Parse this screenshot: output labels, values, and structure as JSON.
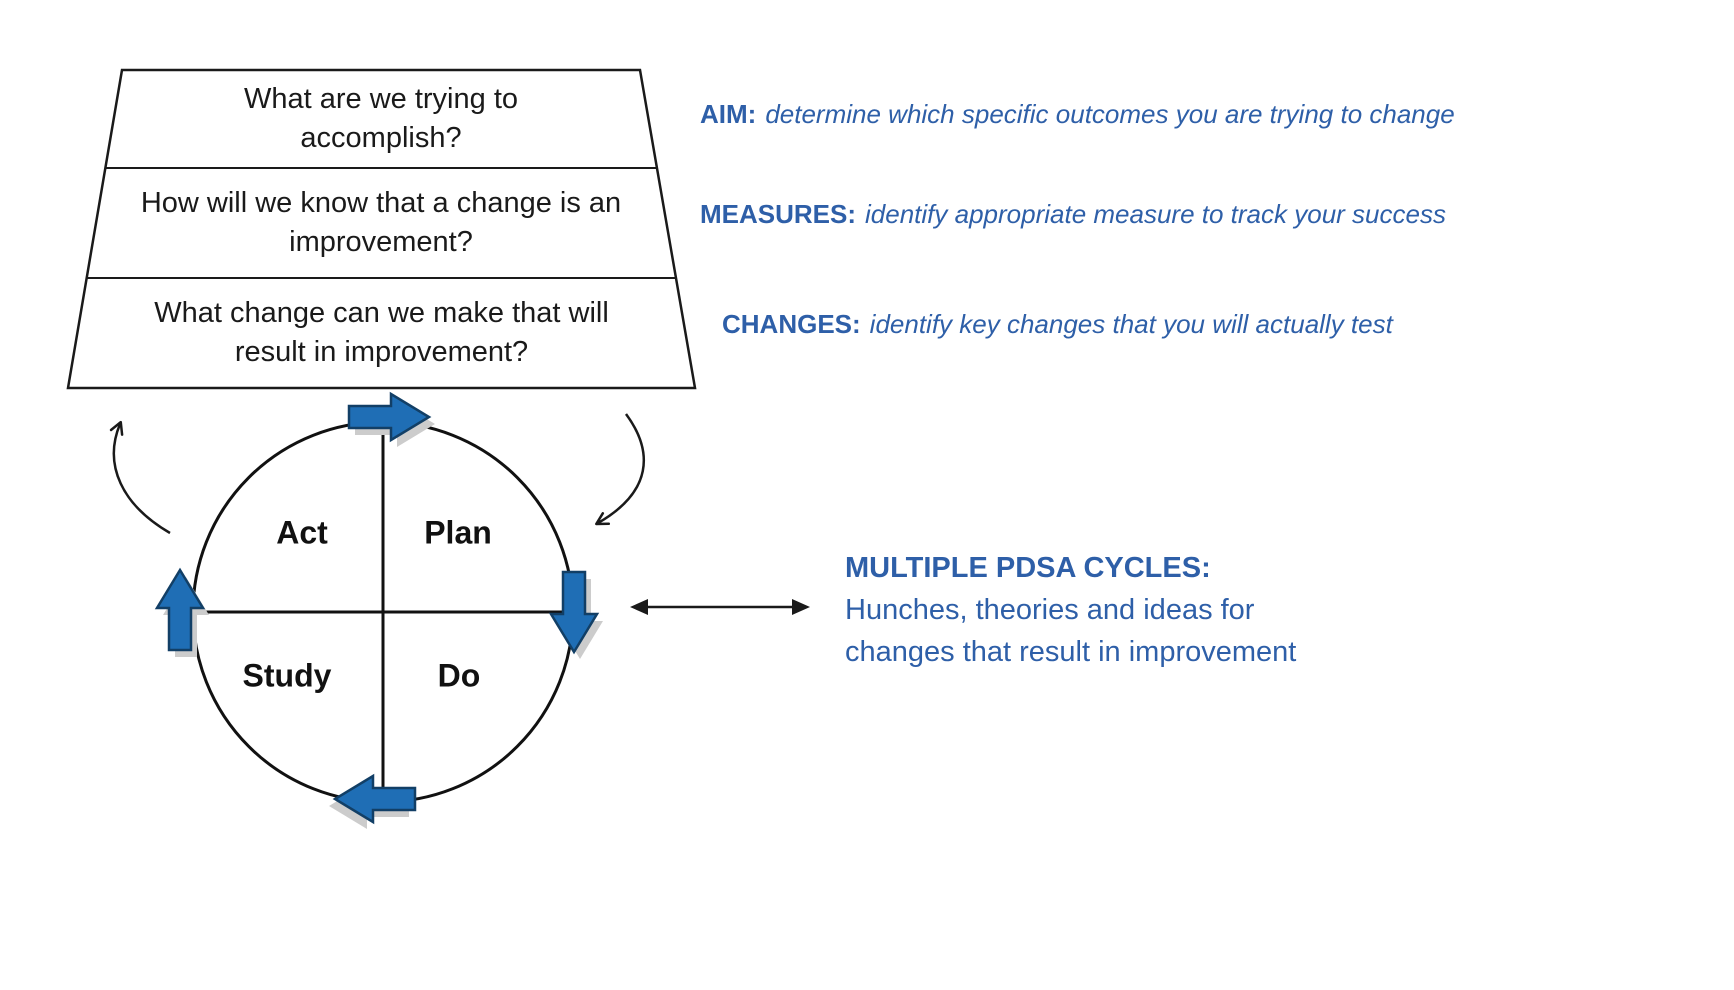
{
  "colors": {
    "accent_blue": "#2E5FA8",
    "arrow_fill": "#1F6EB5",
    "arrow_stroke": "#123F66",
    "line_black": "#1A1A1A"
  },
  "funnel": {
    "rows": [
      {
        "text": "What are we trying to accomplish?"
      },
      {
        "text": "How will we know that a change is an improvement?"
      },
      {
        "text": "What change can we make that will result in improvement?"
      }
    ]
  },
  "annotations": [
    {
      "label": "AIM:",
      "text": "determine which specific outcomes you are trying to change"
    },
    {
      "label": "MEASURES:",
      "text": "identify appropriate measure to track your success"
    },
    {
      "label": "CHANGES:",
      "text": "identify key changes that you will actually test"
    }
  ],
  "cycle": {
    "quadrants": [
      {
        "label": "Act"
      },
      {
        "label": "Plan"
      },
      {
        "label": "Study"
      },
      {
        "label": "Do"
      }
    ]
  },
  "pdsa_note": {
    "title": "MULTIPLE PDSA CYCLES:",
    "line1": "Hunches, theories and ideas for",
    "line2": "changes that result in improvement"
  }
}
